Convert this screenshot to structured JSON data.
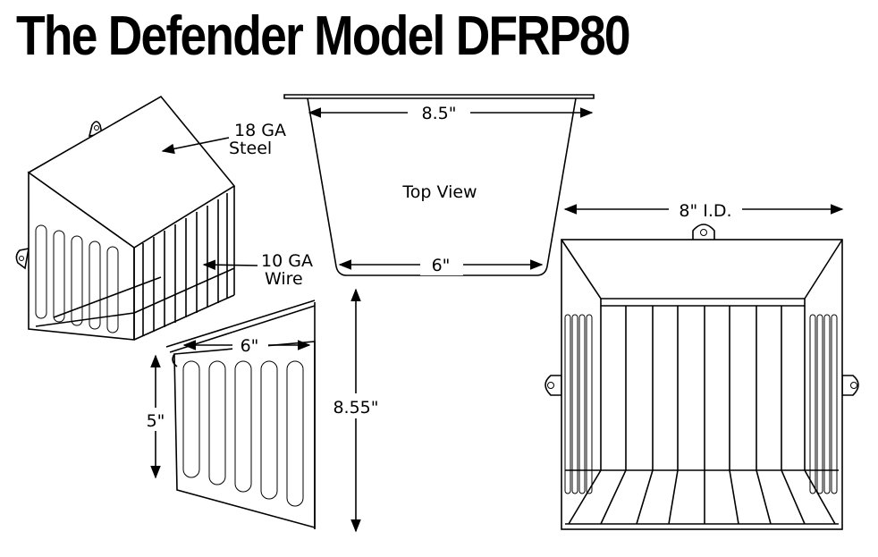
{
  "title": "The Defender Model DFRP80",
  "labels": {
    "material_steel_line1": "18 GA",
    "material_steel_line2": "Steel",
    "material_wire_line1": "10 GA",
    "material_wire_line2": "Wire",
    "top_view": "Top View",
    "top_width": "8.5\"",
    "bottom_width": "6\"",
    "side_width": "6\"",
    "side_height": "5\"",
    "total_height": "8.55\"",
    "inner_diameter": "8\" I.D."
  }
}
